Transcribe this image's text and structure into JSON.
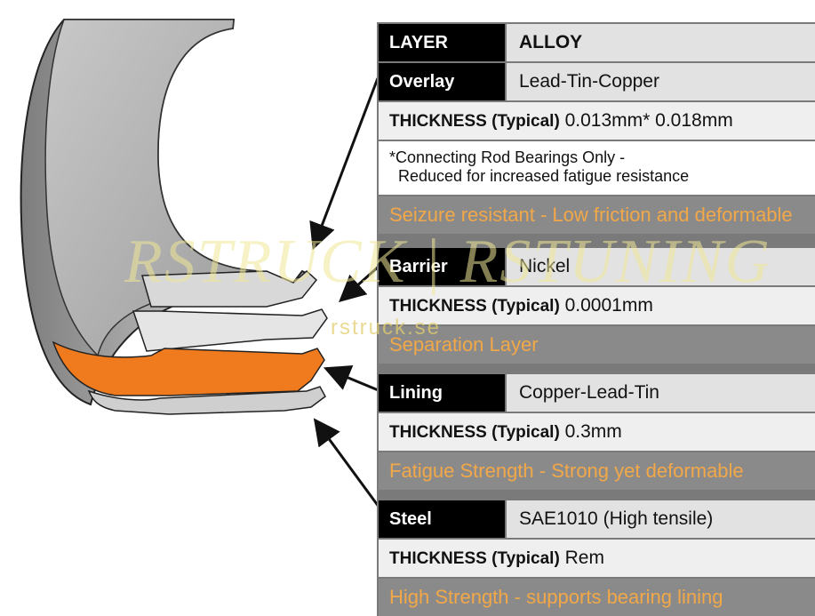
{
  "table": {
    "header": {
      "layer": "LAYER",
      "alloy": "ALLOY"
    },
    "rows": [
      {
        "name": "Overlay",
        "alloy": "Lead-Tin-Copper",
        "thickness_label": "THICKNESS (Typical)",
        "thickness_value": " 0.013mm* 0.018mm",
        "note": [
          "*Connecting Rod Bearings Only -",
          "  Reduced for increased fatigue resistance"
        ],
        "property": "Seizure resistant - Low friction and deformable"
      },
      {
        "name": "Barrier",
        "alloy": "Nickel",
        "thickness_label": "THICKNESS (Typical)",
        "thickness_value": " 0.0001mm",
        "property": "Separation Layer"
      },
      {
        "name": "Lining",
        "alloy": "Copper-Lead-Tin",
        "thickness_label": "THICKNESS (Typical)",
        "thickness_value": " 0.3mm",
        "property": "Fatigue Strength - Strong yet deformable"
      },
      {
        "name": "Steel",
        "alloy": "SAE1010 (High tensile)",
        "thickness_label": "THICKNESS (Typical)",
        "thickness_value": " Rem",
        "property": "High Strength - supports bearing lining"
      }
    ]
  },
  "watermark": {
    "main": "RSTRUCK | RSTUNING",
    "sub": "rstruck.se"
  },
  "colors": {
    "lining": "#f07b1e",
    "steel_shell": "#a8a8a8",
    "property_text": "#f2a848",
    "label_bg": "#000000"
  }
}
